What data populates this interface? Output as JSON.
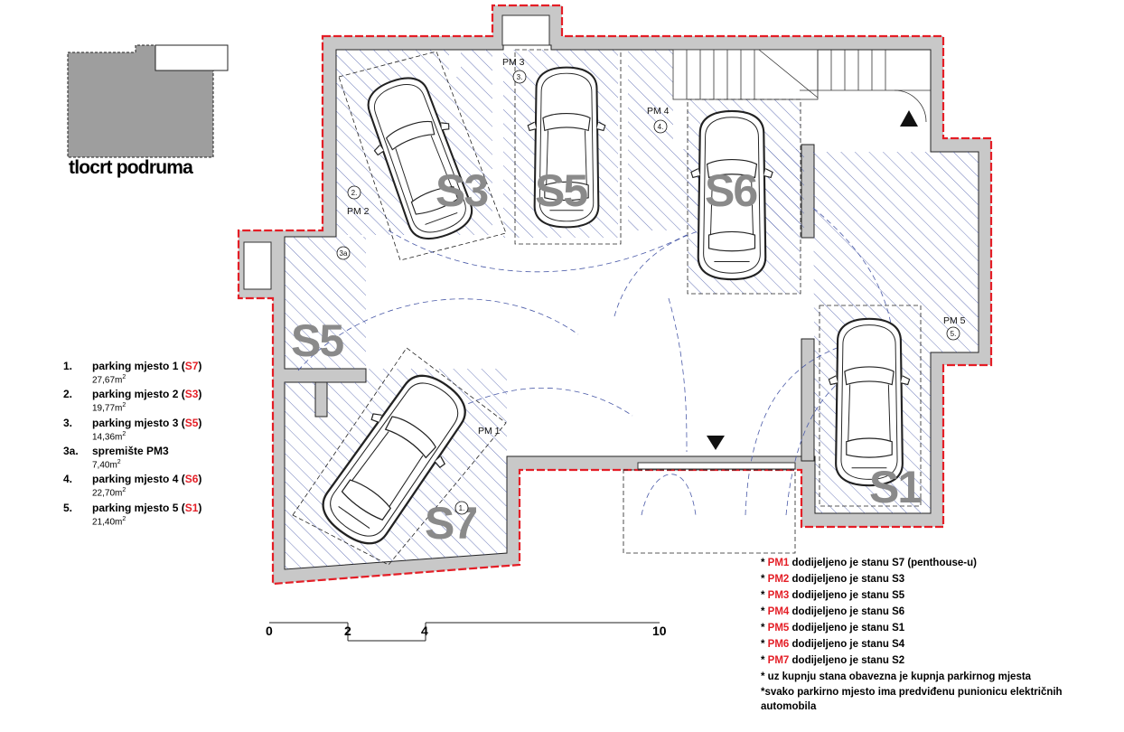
{
  "thumbnail": {
    "caption": "tlocrt podruma"
  },
  "units": [
    {
      "id": "S3",
      "label": "S3"
    },
    {
      "id": "S5a",
      "label": "S5"
    },
    {
      "id": "S6",
      "label": "S6"
    },
    {
      "id": "S5b",
      "label": "S5"
    },
    {
      "id": "S7",
      "label": "S7"
    },
    {
      "id": "S1",
      "label": "S1"
    }
  ],
  "spots": [
    {
      "id": "pm1",
      "name": "PM 1",
      "marker": "1."
    },
    {
      "id": "pm2",
      "name": "PM 2",
      "marker": "2."
    },
    {
      "id": "pm3",
      "name": "PM 3",
      "marker": "3."
    },
    {
      "id": "pm4",
      "name": "PM 4",
      "marker": "4."
    },
    {
      "id": "pm5",
      "name": "PM 5",
      "marker": "5."
    },
    {
      "id": "store",
      "name": "",
      "marker": "3a"
    }
  ],
  "legend": [
    {
      "num": "1.",
      "text": "parking mjesto 1 (",
      "unit": "S7",
      "close": ")",
      "area": "27,67m",
      "sup": "2"
    },
    {
      "num": "2.",
      "text": "parking mjesto 2 (",
      "unit": "S3",
      "close": ")",
      "area": "19,77m",
      "sup": "2"
    },
    {
      "num": "3.",
      "text": "parking mjesto 3 (",
      "unit": "S5",
      "close": ")",
      "area": "14,36m",
      "sup": "2"
    },
    {
      "num": "3a.",
      "text": "spremište PM3",
      "unit": "",
      "close": "",
      "area": "7,40m",
      "sup": "2"
    },
    {
      "num": "4.",
      "text": "parking mjesto 4 (",
      "unit": "S6",
      "close": ")",
      "area": "22,70m",
      "sup": "2"
    },
    {
      "num": "5.",
      "text": "parking mjesto 5 (",
      "unit": "S1",
      "close": ")",
      "area": "21,40m",
      "sup": "2"
    }
  ],
  "notes": [
    {
      "pm": "PM1",
      "text": " dodijeljeno je stanu S7 (penthouse-u)"
    },
    {
      "pm": "PM2",
      "text": " dodijeljeno je stanu S3"
    },
    {
      "pm": "PM3",
      "text": " dodijeljeno je stanu S5"
    },
    {
      "pm": "PM4",
      "text": " dodijeljeno je stanu S6"
    },
    {
      "pm": "PM5",
      "text": " dodijeljeno je stanu S1"
    },
    {
      "pm": "PM6",
      "text": " dodijeljeno je stanu S4"
    },
    {
      "pm": "PM7",
      "text": " dodijeljeno je stanu S2"
    }
  ],
  "extra_notes": [
    "* uz kupnju stana obavezna je kupnja parkirnog mjesta",
    "*svako parkirno mjesto ima predviđenu punionicu električnih automobila"
  ],
  "scale": [
    "0",
    "2",
    "4",
    "10"
  ],
  "colors": {
    "accent_red": "#e41e26",
    "wall_grey": "#c8c8c8",
    "hatch_blue": "#4a5aa8",
    "unit_grey": "#8a8a8a"
  }
}
